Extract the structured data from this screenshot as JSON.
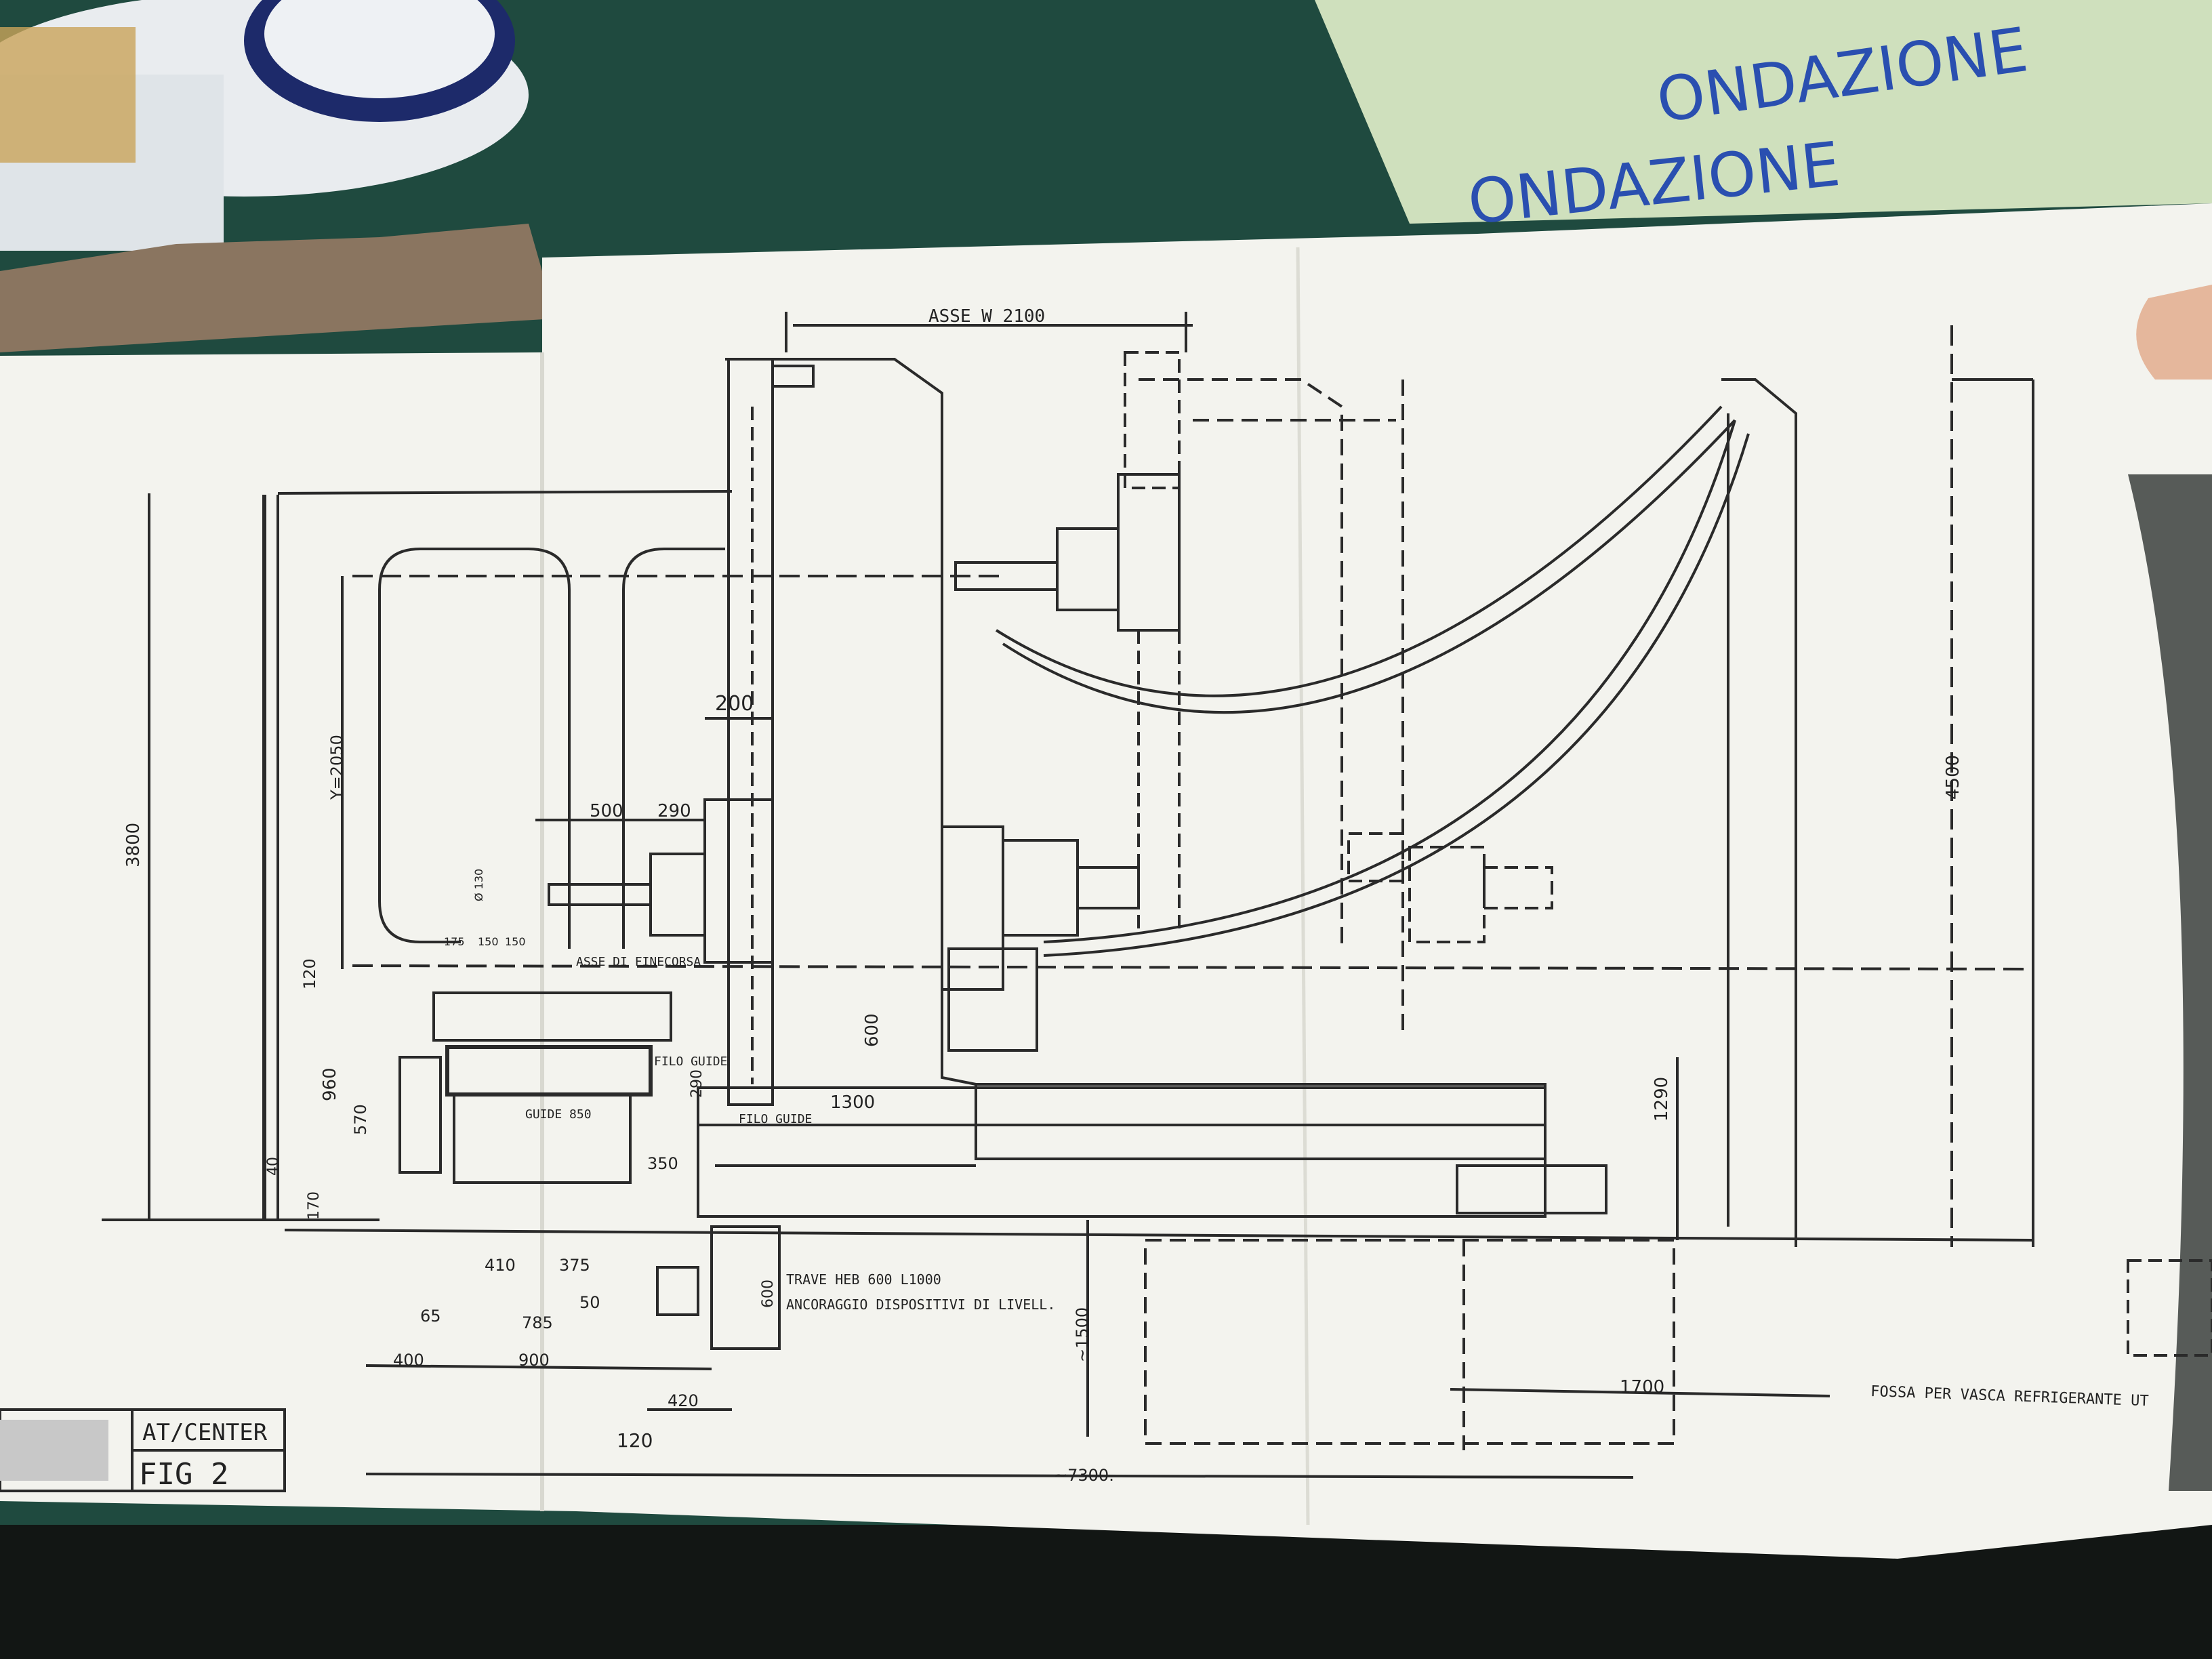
{
  "background": {
    "desk_color": "#1f4a3f",
    "note_card_color": "#cfe0bd",
    "paper_color": "#f4f4f0"
  },
  "handwriting": {
    "line1": "ONDAZIONE",
    "line2": "ONDAZIONE"
  },
  "title_block": {
    "line1": "AT/CENTER",
    "line2": "FIG 2"
  },
  "labels": {
    "asse_w": "ASSE W 2100",
    "asse_fine": "ASSE DI FINECORSA",
    "filo_guide_1": "FILO GUIDE",
    "filo_guide_2": "FILO GUIDE",
    "guide_850": "GUIDE 850",
    "trave_1": "TRAVE HEB 600 L1000",
    "trave_2": "ANCORAGGIO DISPOSITIVI DI LIVELL.",
    "fossa": "FOSSA PER VASCA REFRIGERANTE UT"
  },
  "dimensions": {
    "d3800": "3800",
    "y2050": "Y=2050",
    "d200": "200",
    "d500": "500",
    "d290a": "290",
    "phi130": "Ø 130",
    "d175": "175",
    "d150a": "150",
    "d150b": "150",
    "d120a": "120",
    "d600a": "600",
    "d960": "960",
    "d570": "570",
    "d40": "40",
    "d170": "170",
    "d290b": "290",
    "d1300": "1300",
    "d350": "350",
    "d410": "410",
    "d375": "375",
    "d50": "50",
    "d65": "65",
    "d785": "785",
    "d400": "400",
    "d900": "900",
    "d420": "420",
    "d120b": "120",
    "d600b": "600",
    "d1500": "~1500",
    "d1700": "1700",
    "d7300": "~7300.",
    "d4500": "4500",
    "d1290": "1290"
  }
}
